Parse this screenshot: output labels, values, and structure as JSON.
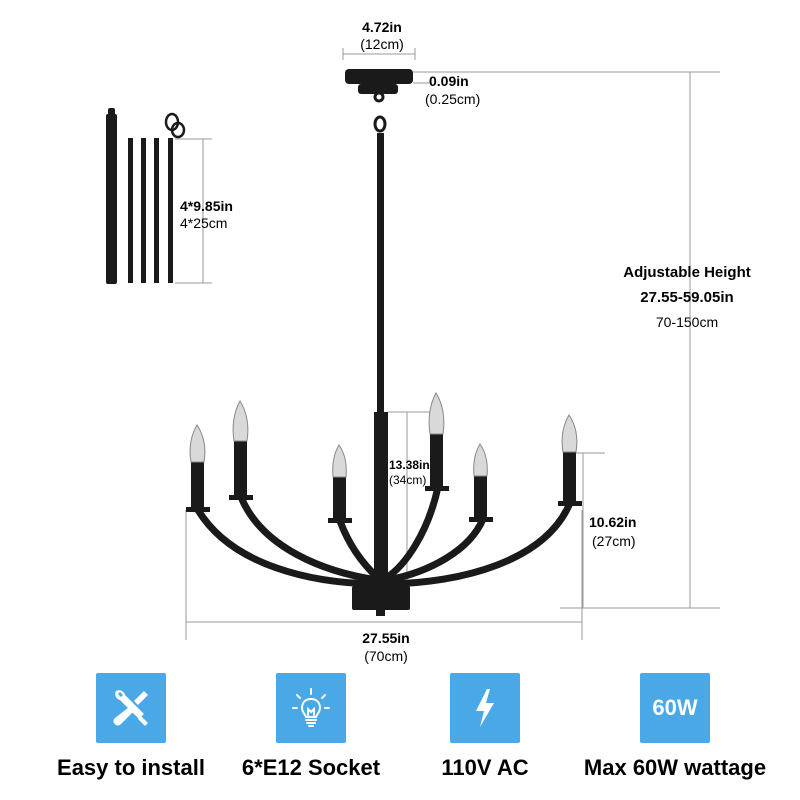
{
  "dimensions": {
    "canopy_width": {
      "imperial": "4.72in",
      "metric": "(12cm)"
    },
    "canopy_thickness": {
      "imperial": "0.09in",
      "metric": "(0.25cm)"
    },
    "rods": {
      "imperial": "4*9.85in",
      "metric": "4*25cm"
    },
    "adjustable_height": {
      "title": "Adjustable Height",
      "imperial": "27.55-59.05in",
      "metric": "70-150cm"
    },
    "center_column": {
      "imperial": "13.38in",
      "metric": "(34cm)"
    },
    "arm_height": {
      "imperial": "10.62in",
      "metric": "(27cm)"
    },
    "overall_width": {
      "imperial": "27.55in",
      "metric": "(70cm)"
    }
  },
  "features": [
    {
      "icon": "tools-icon",
      "label": "Easy to install"
    },
    {
      "icon": "bulb-icon",
      "label": "6*E12 Socket"
    },
    {
      "icon": "lightning-icon",
      "label": "110V AC"
    },
    {
      "icon": "wattage-icon",
      "label": "Max 60W wattage",
      "badge": "60W"
    }
  ],
  "colors": {
    "accent": "#4aa8e6",
    "fixture": "#1a1a1a",
    "dimension_line": "#999999"
  }
}
